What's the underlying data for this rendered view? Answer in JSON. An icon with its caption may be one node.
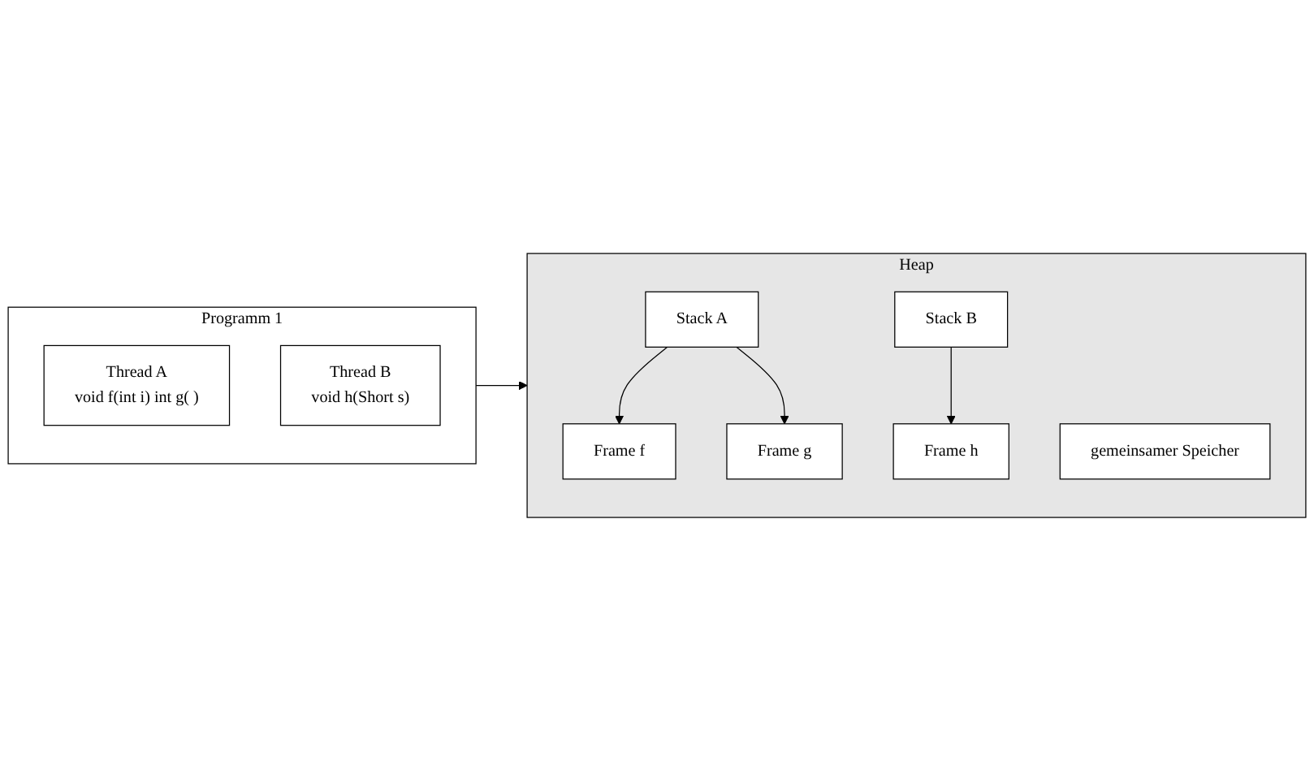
{
  "diagram": {
    "nodes": [
      {
        "text": [
          "Programm 1"
        ]
      },
      {
        "text": [
          "Thread A",
          "void f(int i) int g( )"
        ],
        "in": 0
      },
      {
        "text": [
          "Thread B",
          "void h(Short s)"
        ],
        "in": 0
      },
      {
        "text": [
          "Heap"
        ]
      },
      {
        "text": [
          "Stack A"
        ],
        "in": 3
      },
      {
        "text": [
          "Frame f"
        ],
        "in": 3
      },
      {
        "text": [
          "Frame g"
        ],
        "in": 3
      },
      {
        "text": [
          "Stack B"
        ],
        "in": 3
      },
      {
        "text": [
          "Frame h"
        ],
        "in": 3
      },
      {
        "text": [
          "gemeinsamer Speicher"
        ],
        "in": 3
      }
    ],
    "edges": [
      {
        "from": 0,
        "to": 3,
        "arrow": "to"
      },
      {
        "from": 4,
        "to": 5,
        "arrow": "to"
      },
      {
        "from": 4,
        "to": 6,
        "arrow": "to"
      },
      {
        "from": 7,
        "to": 8,
        "arrow": "to"
      }
    ]
  }
}
